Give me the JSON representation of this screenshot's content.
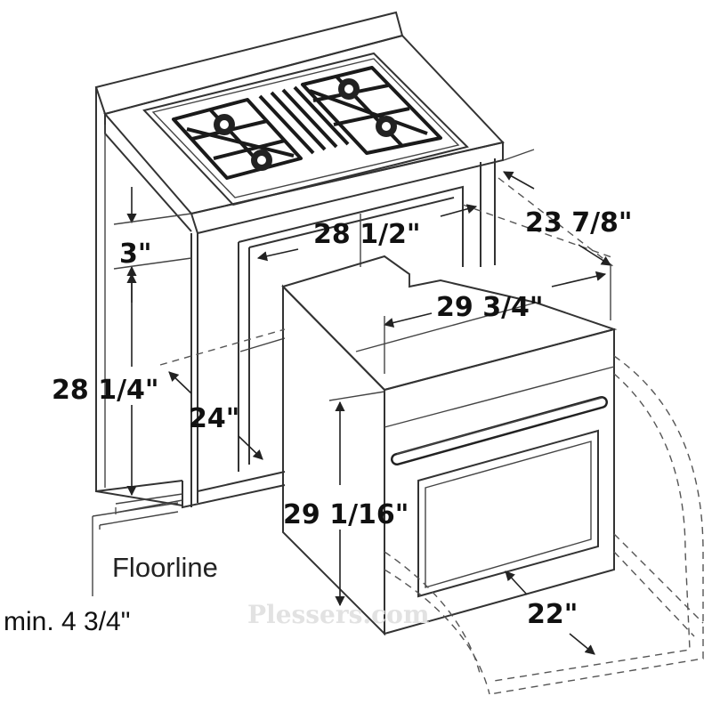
{
  "dimensions": {
    "backsplash_height": "3\"",
    "cutout_width": "28 1/2\"",
    "counter_depth": "23 7/8\"",
    "oven_width": "29 3/4\"",
    "opening_height": "28 1/4\"",
    "opening_depth": "24\"",
    "oven_height": "29 1/16\"",
    "oven_depth": "22\"",
    "floor_gap": "min. 4 3/4\""
  },
  "labels": {
    "floorline": "Floorline",
    "watermark": "Plessers.com"
  }
}
